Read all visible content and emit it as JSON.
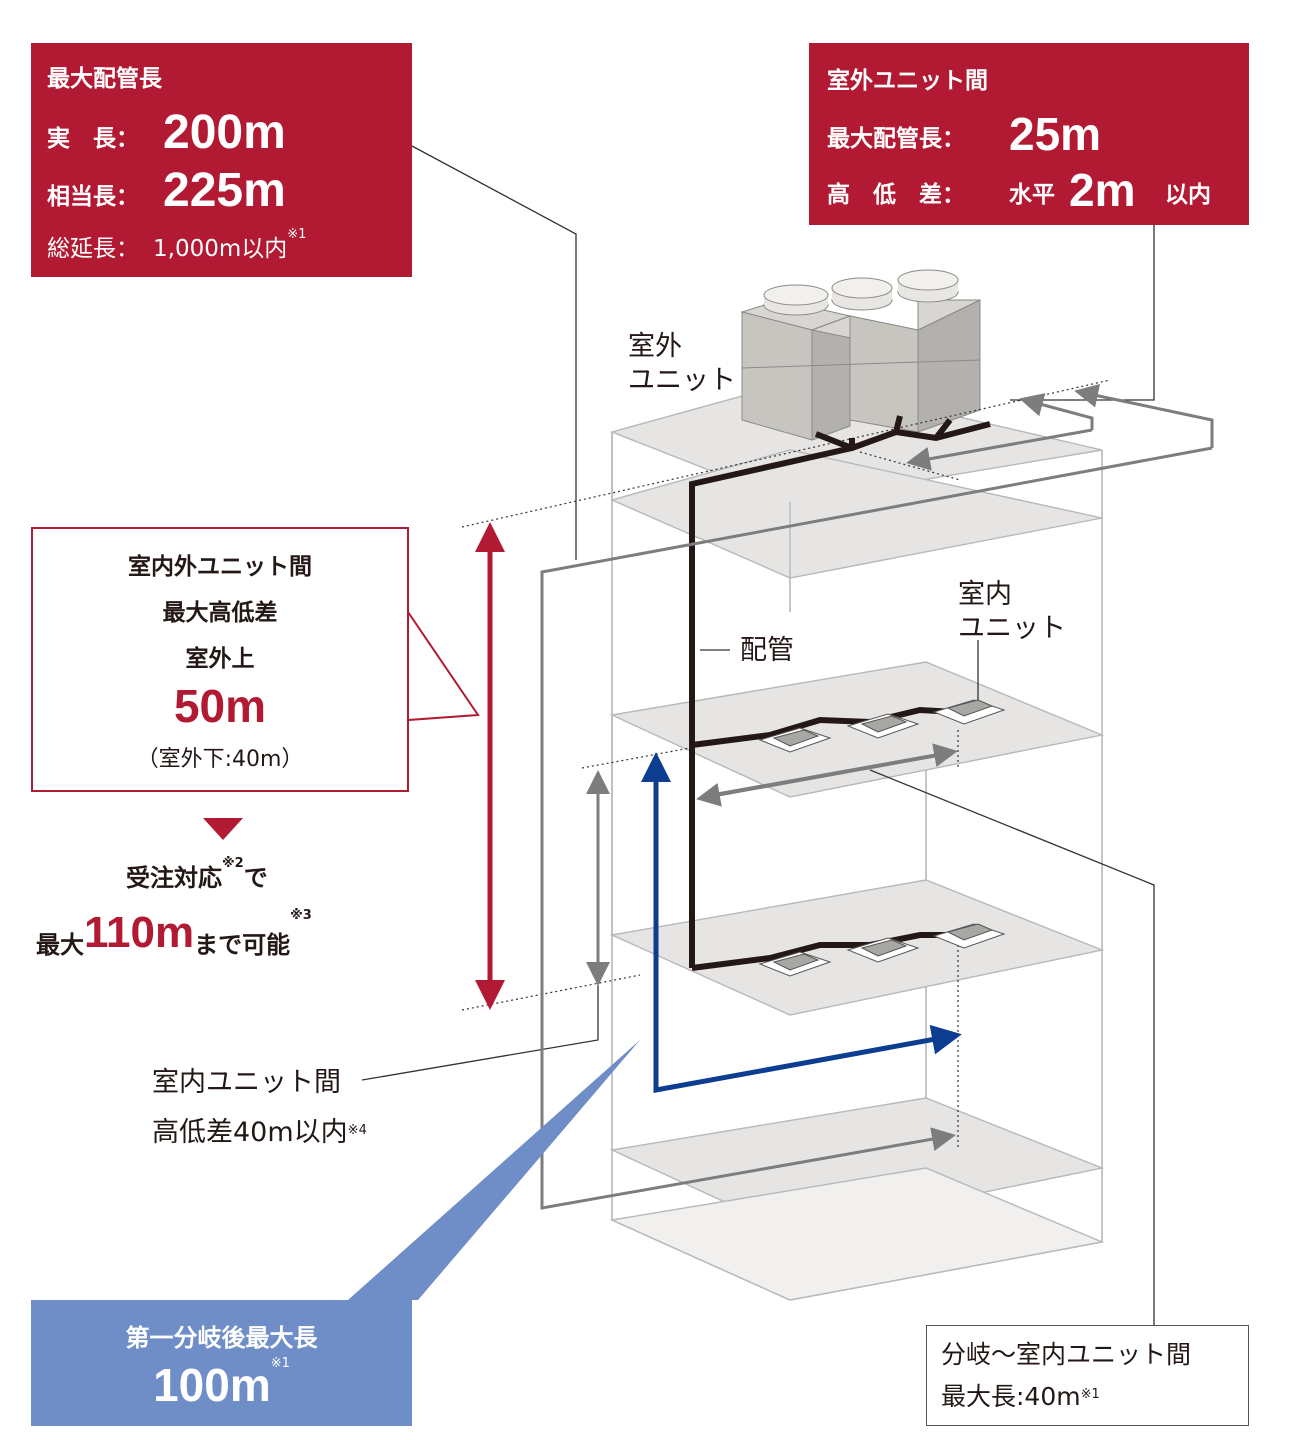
{
  "box_max_piping": {
    "title": "最大配管長",
    "actual_label": "実　長：",
    "actual_value": "200m",
    "equivalent_label": "相当長：",
    "equivalent_value": "225m",
    "total_label": "総延長：",
    "total_value": "1,000m以内",
    "total_note": "※1"
  },
  "box_outdoor_between": {
    "title": "室外ユニット間",
    "max_label": "最大配管長：",
    "max_value": "25m",
    "height_label": "高　低　差：",
    "height_prefix": "水平",
    "height_value": "2m",
    "height_suffix": "以内"
  },
  "box_height_diff": {
    "line1": "室内外ユニット間",
    "line2": "最大高低差",
    "line3": "室外上",
    "value": "50m",
    "sub": "（室外下:40m）"
  },
  "order_note": {
    "line1": "受注対応",
    "note2": "※2",
    "line1_suffix": "で",
    "line2_prefix": "最大",
    "line2_value": "110m",
    "line2_suffix": "まで可能",
    "note3": "※3"
  },
  "label_indoor_between": {
    "line1": "室内ユニット間",
    "line2": "高低差40m以内",
    "note": "※4"
  },
  "box_first_branch": {
    "title": "第一分岐後最大長",
    "value": "100m",
    "note": "※1"
  },
  "box_branch_indoor": {
    "line1": "分岐〜室内ユニット間",
    "line2": "最大長:40m",
    "note": "※1"
  },
  "label_outdoor_unit": {
    "line1": "室外",
    "line2": "ユニット"
  },
  "label_indoor_unit": {
    "line1": "室内",
    "line2": "ユニット"
  },
  "label_piping": "配管",
  "colors": {
    "red": "#b11a32",
    "blue": "#6f8dc6",
    "arrow_blue": "#0d3d91",
    "gray": "#808080",
    "floor": "#e6e5e4"
  }
}
